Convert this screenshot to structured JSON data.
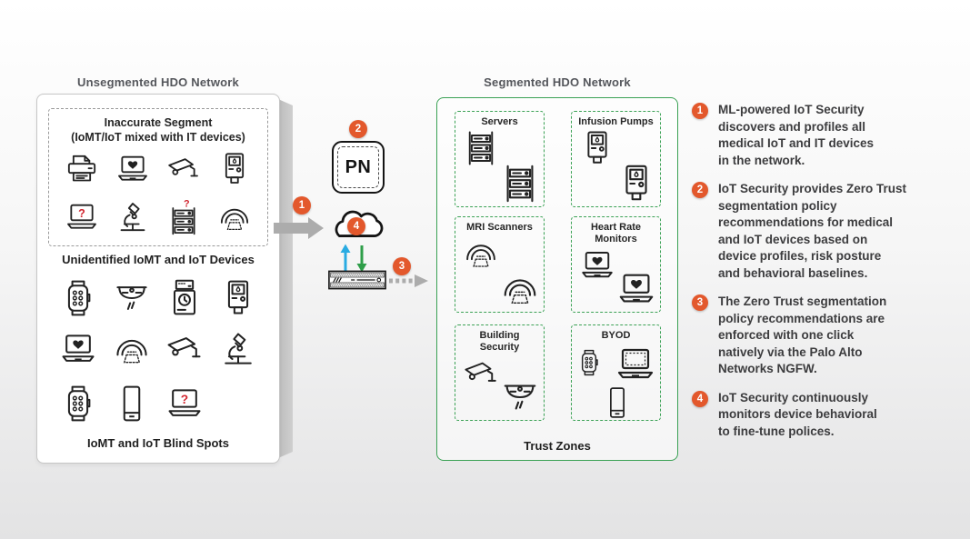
{
  "colors": {
    "accent_orange": "#e3582c",
    "accent_green": "#3aa154",
    "arrow_blue": "#29abe2",
    "arrow_green": "#2e9e49",
    "arrow_gray": "#acacac",
    "alert_red": "#d22630",
    "heading": "#54565b"
  },
  "left_panel": {
    "title": "Unsegmented HDO Network",
    "inaccurate_segment": {
      "title_line1": "Inaccurate Segment",
      "title_line2": "(IoMT/IoT mixed with IT devices)",
      "rows": [
        [
          "printer",
          "laptop-heart",
          "camera",
          "infusion-pump"
        ],
        [
          "laptop-question",
          "microscope",
          "server-question",
          "mri-scanner"
        ]
      ]
    },
    "unidentified_label": "Unidentified IoMT and IoT Devices",
    "blind_spot_rows": [
      [
        "smartwatch",
        "smoke-detector",
        "card-reader",
        "infusion-pump"
      ],
      [
        "laptop-heart",
        "mri-scanner",
        "camera",
        "microscope"
      ],
      [
        "smartwatch",
        "smartphone",
        "laptop-question"
      ]
    ],
    "blind_spots_label": "IoMT and IoT Blind Spots"
  },
  "middle": {
    "pn_logo": "PN",
    "badges": {
      "one": "1",
      "two": "2",
      "three": "3",
      "four": "4"
    },
    "icons": [
      "cloud",
      "ngfw-appliance",
      "flow-arrow",
      "upload-arrow",
      "download-arrow",
      "dashed-arrow"
    ]
  },
  "right_panel": {
    "title": "Segmented HDO Network",
    "zones": [
      {
        "name": "Servers",
        "icons": [
          "server",
          "server"
        ]
      },
      {
        "name": "Infusion Pumps",
        "icons": [
          "infusion-pump",
          "infusion-pump"
        ]
      },
      {
        "name": "MRI Scanners",
        "icons": [
          "mri-scanner",
          "mri-scanner"
        ]
      },
      {
        "name": "Heart Rate Monitors",
        "icons": [
          "laptop-heart",
          "laptop-heart"
        ]
      },
      {
        "name": "Building Security",
        "icons": [
          "camera",
          "smoke-detector"
        ]
      },
      {
        "name": "BYOD",
        "icons": [
          "smartwatch",
          "laptop",
          "smartphone"
        ]
      }
    ],
    "trust_zones_label": "Trust Zones"
  },
  "notes": [
    {
      "num": "1",
      "text": "ML-powered IoT Security\ndiscovers and profiles all\nmedical IoT and IT devices\nin the network."
    },
    {
      "num": "2",
      "text": "IoT Security provides Zero Trust\nsegmentation policy\nrecommendations for medical\nand IoT devices based on\ndevice profiles, risk posture\nand behavioral baselines."
    },
    {
      "num": "3",
      "text": "The Zero Trust segmentation\npolicy recommendations are\nenforced with one click\nnatively via the Palo Alto\nNetworks NGFW."
    },
    {
      "num": "4",
      "text": "IoT Security continuously\nmonitors device behavioral\nto fine-tune polices."
    }
  ]
}
